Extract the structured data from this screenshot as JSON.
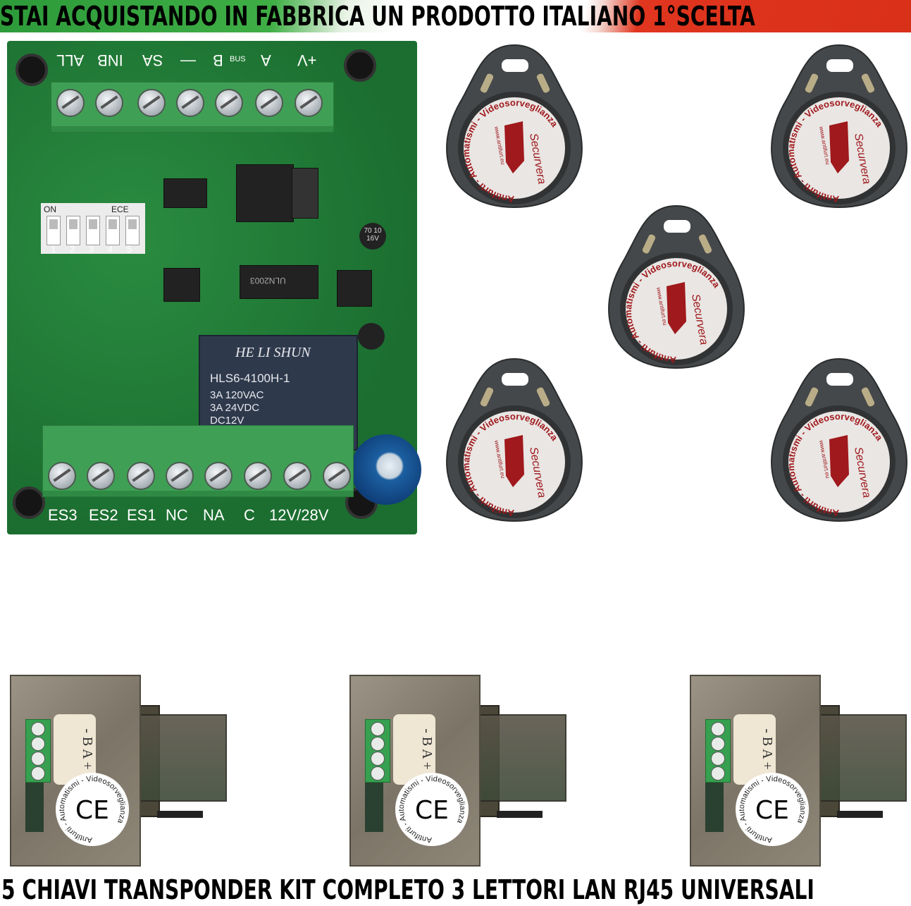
{
  "banner": {
    "text": "STAI ACQUISTANDO IN FABBRICA UN PRODOTTO ITALIANO 1°SCELTA",
    "colors": {
      "green": "#3fae45",
      "white": "#ffffff",
      "red": "#d9301a"
    }
  },
  "board": {
    "top_labels": [
      "ALL",
      "INB",
      "SA",
      "—",
      "B",
      "BUS",
      "A",
      "+V"
    ],
    "bottom_labels": [
      "ES3",
      "ES2",
      "ES1",
      "NC",
      "NA",
      "C",
      "12V/28V"
    ],
    "dip": {
      "on_label": "ON",
      "ece_label": "ECE",
      "numbers": [
        "1",
        "2",
        "3",
        "4",
        "5"
      ]
    },
    "relay": {
      "brand": "HE LI SHUN",
      "model": "HLS6-4100H-1",
      "spec1": "3A 120VAC",
      "spec2": "3A 24VDC",
      "spec3": "DC12V"
    },
    "chip_label": "ULN2003",
    "cap_label": "70 10 16V"
  },
  "keyfob": {
    "ring_text": "Antifurti - Automatismi - Videosorveglianza",
    "brand": "Securvera",
    "url": "www.antifurt.eu",
    "count": 5
  },
  "reader": {
    "terminal_label": "- B A +",
    "seal_text": "Antifurti - Automatismi - Videosorveglianza",
    "ce_mark": "CE"
  },
  "footer": {
    "text": "5 CHIAVI TRANSPONDER KIT COMPLETO 3 LETTORI LAN RJ45 UNIVERSALI"
  }
}
